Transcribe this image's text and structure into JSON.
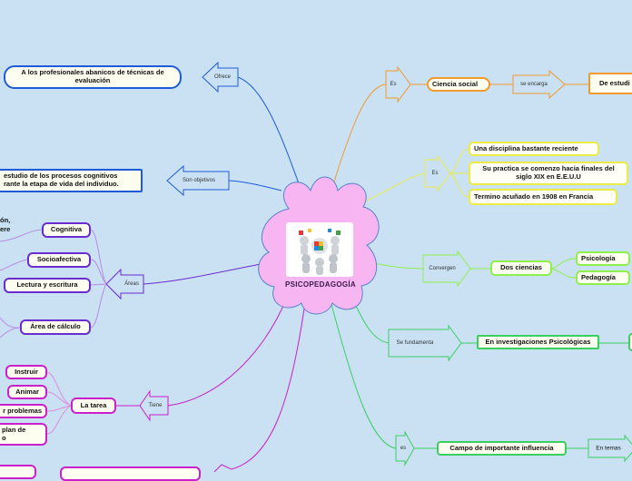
{
  "center": {
    "title": "PSICOPEDAGOGÍA"
  },
  "left": {
    "ofrece": {
      "connector": "Ofrece",
      "text": "A los profesionales abanicos de técnicas de evaluación"
    },
    "objetivos": {
      "connector": "Son objetivos",
      "line1": "estudio de los procesos cognitivos",
      "line2": "rante la etapa de vida del individuo."
    },
    "areas": {
      "connector": "Áreas",
      "items": [
        "Cognitiva",
        "Socioafectiva",
        "Lectura y escritura",
        "Área de cálculo"
      ],
      "cut_text_1": "ón,",
      "cut_text_2": "ere"
    },
    "tiene": {
      "connector": "Tiene",
      "task": "La tarea",
      "items": [
        "Instruir",
        "Animar",
        "r problemas"
      ],
      "cut_line1": "plan de",
      "cut_line2": "o"
    }
  },
  "right": {
    "es": {
      "connector": "Es",
      "node": "Ciencia social",
      "sub_connector": "se encarga",
      "cut_node": "De estudi"
    },
    "es2": {
      "connector": "Es",
      "items": [
        "Una disciplina bastante reciente",
        "Su practica se comenzo hacia finales del siglo XIX en E.E.U.U",
        "Termino acuñado en 1908 en Francia"
      ]
    },
    "convergen": {
      "connector": "Convergen",
      "node": "Dos ciencias",
      "items": [
        "Psicología",
        "Pedagogía"
      ]
    },
    "fundamenta": {
      "connector": "Se fundamenta",
      "node": "En investigaciones Psicológicas"
    },
    "es3": {
      "connector": "es",
      "node": "Campo de importante influencia",
      "sub_connector": "En temas"
    }
  },
  "colors": {
    "background": "#c9e1f3",
    "cloud": "#f7b6f2",
    "blue": "#1e5bd8",
    "purple": "#6a2bd0",
    "magenta": "#cc1fcc",
    "orange": "#f29a2c",
    "yellow": "#ecec44",
    "lime": "#8ef04a",
    "green": "#3ad060"
  }
}
